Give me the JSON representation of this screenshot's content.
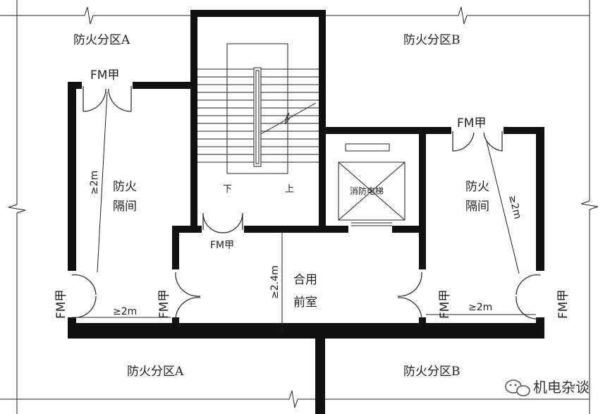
{
  "zones": {
    "top_left": "防火分区A",
    "top_right": "防火分区B",
    "bottom_left": "防火分区A",
    "bottom_right": "防火分区B"
  },
  "rooms": {
    "left_isolation": [
      "防火",
      "隔间"
    ],
    "right_isolation": [
      "防火",
      "隔间"
    ],
    "shared_lobby": [
      "合用",
      "前室"
    ],
    "fire_elevator": "消防电梯",
    "stair_down": "下",
    "stair_up": "上"
  },
  "doors": {
    "label": "FM甲"
  },
  "dimensions": {
    "ge_2m": "≥2m",
    "ge_2_4m": "≥2.4m"
  },
  "watermark": {
    "text": "机电杂谈"
  }
}
